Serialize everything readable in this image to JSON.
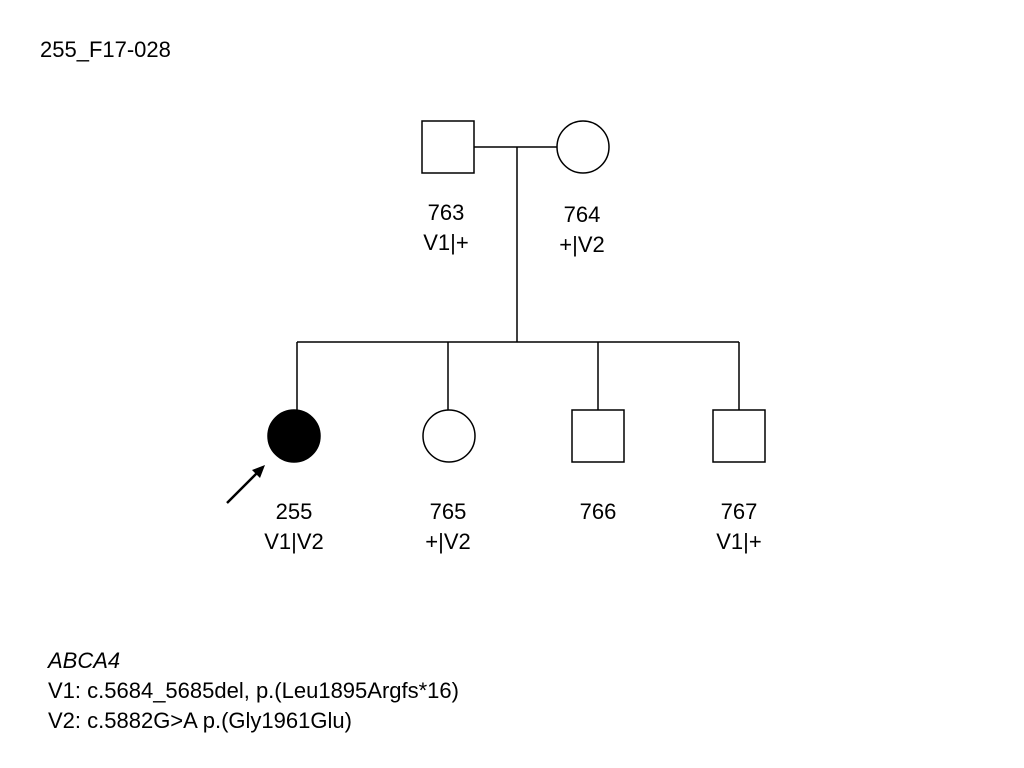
{
  "title": "255_F17-028",
  "colors": {
    "line": "#000000",
    "affected_fill": "#000000",
    "unaffected_fill": "#ffffff"
  },
  "individuals": [
    {
      "id": "763",
      "genotype": "V1|+",
      "sex": "male",
      "affected": false,
      "generation": 1
    },
    {
      "id": "764",
      "genotype": "+|V2",
      "sex": "female",
      "affected": false,
      "generation": 1
    },
    {
      "id": "255",
      "genotype": "V1|V2",
      "sex": "female",
      "affected": true,
      "proband": true,
      "generation": 2
    },
    {
      "id": "765",
      "genotype": "+|V2",
      "sex": "female",
      "affected": false,
      "generation": 2
    },
    {
      "id": "766",
      "genotype": "",
      "sex": "male",
      "affected": false,
      "generation": 2
    },
    {
      "id": "767",
      "genotype": "V1|+",
      "sex": "male",
      "affected": false,
      "generation": 2
    }
  ],
  "legend": {
    "gene": "ABCA4",
    "v1": "V1: c.5684_5685del,  p.(Leu1895Argfs*16)",
    "v2": "V2: c.5882G>A p.(Gly1961Glu)"
  }
}
